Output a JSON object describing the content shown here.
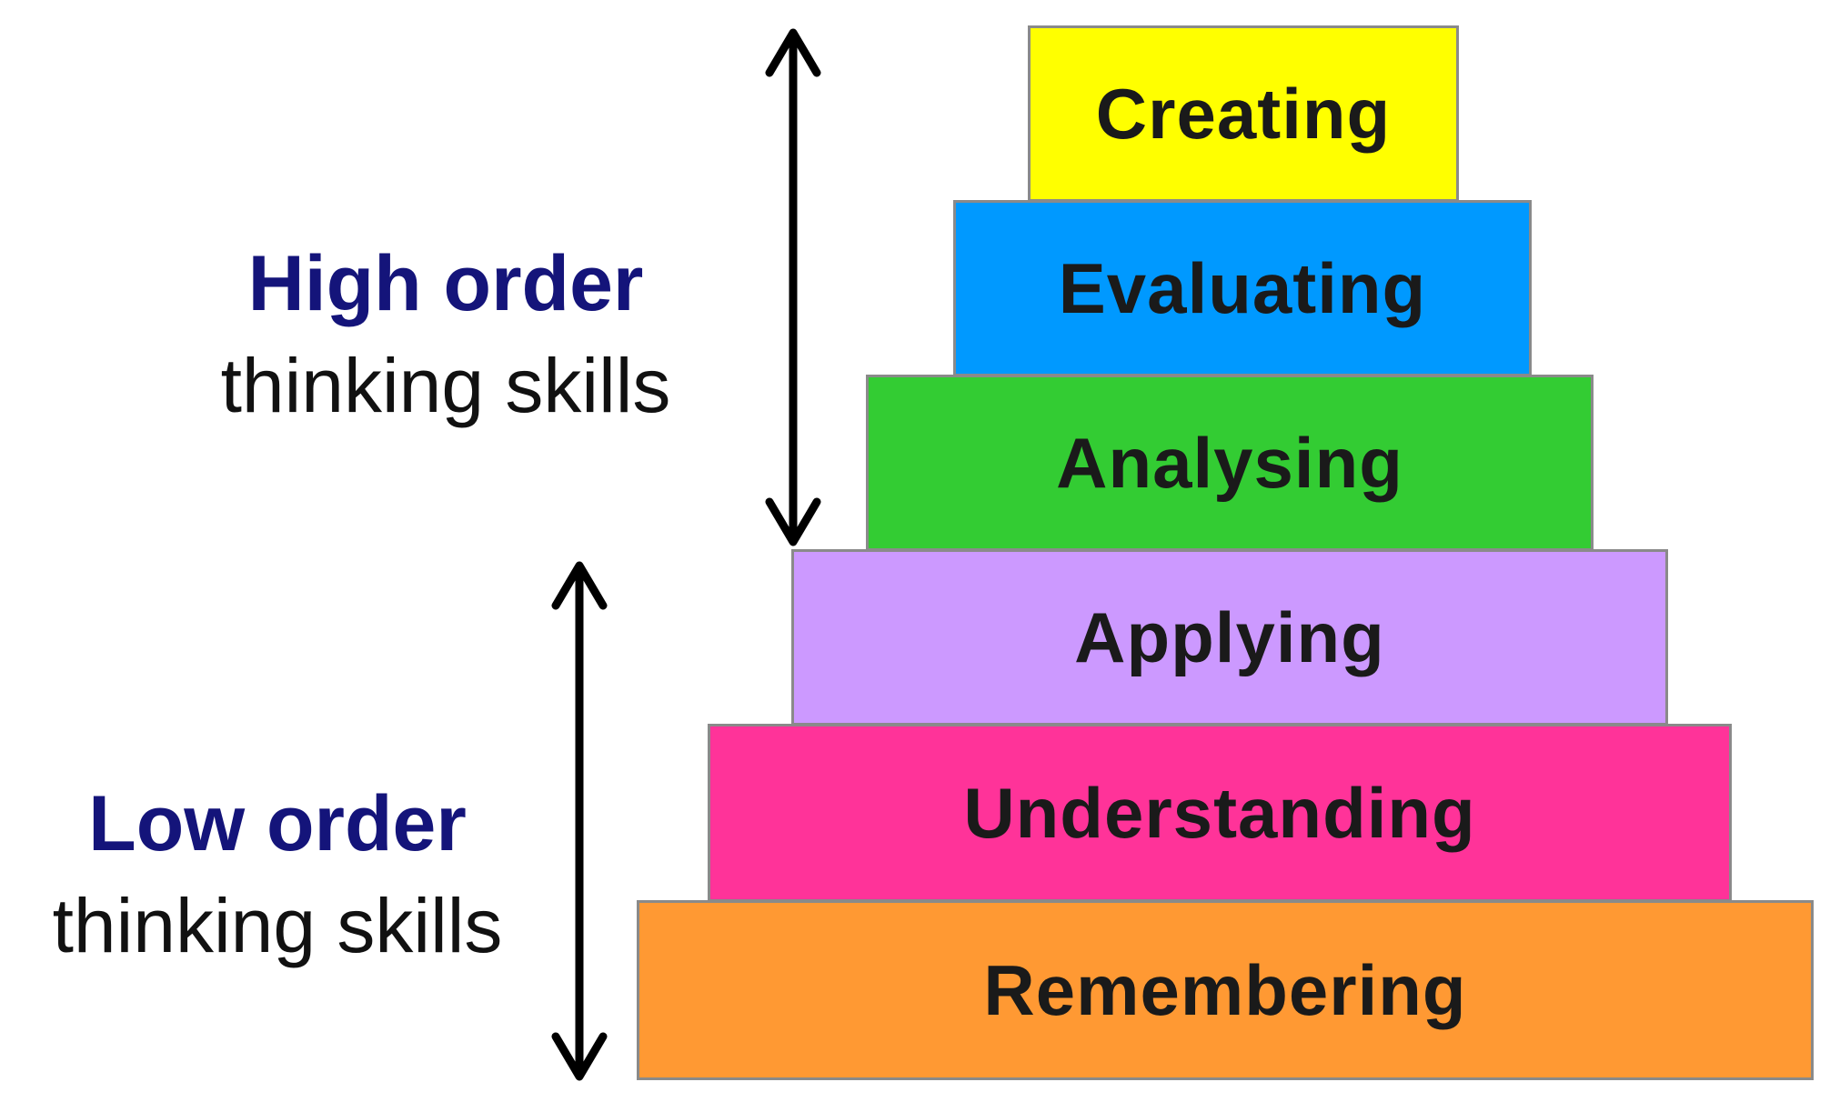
{
  "levels": [
    {
      "label": "Creating",
      "color": "#ffff00"
    },
    {
      "label": "Evaluating",
      "color": "#0099ff"
    },
    {
      "label": "Analysing",
      "color": "#33cc33"
    },
    {
      "label": "Applying",
      "color": "#cc99ff"
    },
    {
      "label": "Understanding",
      "color": "#ff3399"
    },
    {
      "label": "Remembering",
      "color": "#ff9933"
    }
  ],
  "high_order": {
    "title": "High order",
    "subtitle": "thinking skills",
    "color": "#14147a"
  },
  "low_order": {
    "title": "Low order",
    "subtitle": "thinking skills",
    "color": "#14147a"
  }
}
